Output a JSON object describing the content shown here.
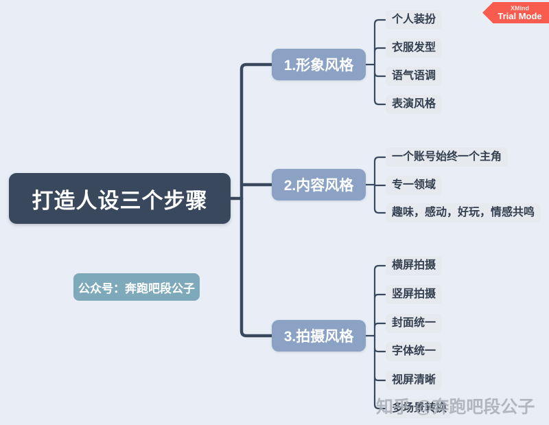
{
  "badge": {
    "brand": "XMind",
    "mode": "Trial Mode"
  },
  "map": {
    "central": "打造人设三个步骤",
    "branches": [
      {
        "label": "1.形象风格",
        "children": [
          "个人装扮",
          "衣服发型",
          "语气语调",
          "表演风格"
        ]
      },
      {
        "label": "2.内容风格",
        "children": [
          "一个账号始终一个主角",
          "专一领域",
          "趣味，感动，好玩，情感共鸣"
        ]
      },
      {
        "label": "3.拍摄风格",
        "children": [
          "横屏拍摄",
          "竖屏拍摄",
          "封面统一",
          "字体统一",
          "视屏清晰",
          "多场景转换"
        ]
      }
    ],
    "floating_topic": "公众号：奔跑吧段公子"
  },
  "watermark": "知乎 @奔跑吧段公子",
  "colors": {
    "background": "#e9eef6",
    "central_fill": "#39485c",
    "branch_fill": "#8ba2c4",
    "subtopic_fill": "#e6e9ee",
    "subtopic_text": "#333f4f",
    "floating_fill": "#7da9ba",
    "connector": "#39485c",
    "badge_fill": "#f75c4e",
    "watermark_text": "#a8aeb8"
  }
}
